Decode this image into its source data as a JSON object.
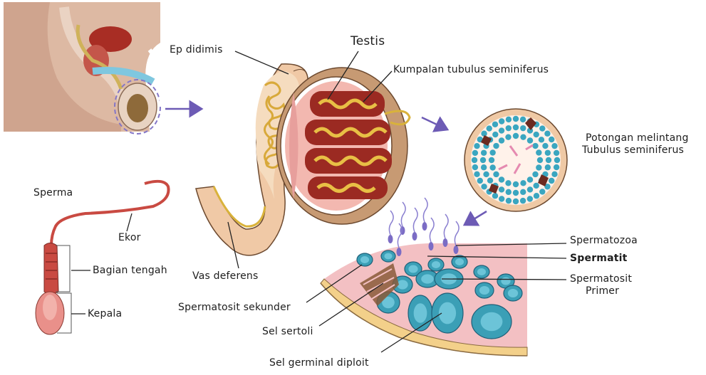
{
  "labels": {
    "epididimis": "Ep didimis",
    "testis": "Testis",
    "kumpalan": "Kumpalan tubulus seminiferus",
    "potongan_line1": "Potongan melintang",
    "potongan_line2": "Tubulus seminiferus",
    "sperma": "Sperma",
    "ekor": "Ekor",
    "bagian_tengah": "Bagian tengah",
    "kepala": "Kepala",
    "vas_deferens": "Vas deferens",
    "spermatozoa": "Spermatozoa",
    "spermatit": "Spermatit",
    "spermatosit_primer_1": "Spermatosit",
    "spermatosit_primer_2": "Primer",
    "spermatosit_sekunder": "Spermatosit sekunder",
    "sel_sertoli": "Sel sertoli",
    "sel_germinal": "Sel germinal diploit"
  },
  "colors": {
    "skin": "#e9c4a8",
    "skin_dark": "#c8927a",
    "tubule_yellow": "#e2b33a",
    "tubule_red": "#9b2a22",
    "pink_tissue": "#f2c2c4",
    "cell_blue": "#3b9fb6",
    "cell_dark": "#1f5f78",
    "arrow_purple": "#6d5bb5",
    "sperm_red": "#c94a42"
  },
  "icons": {
    "arrow": "right-arrow-icon"
  }
}
